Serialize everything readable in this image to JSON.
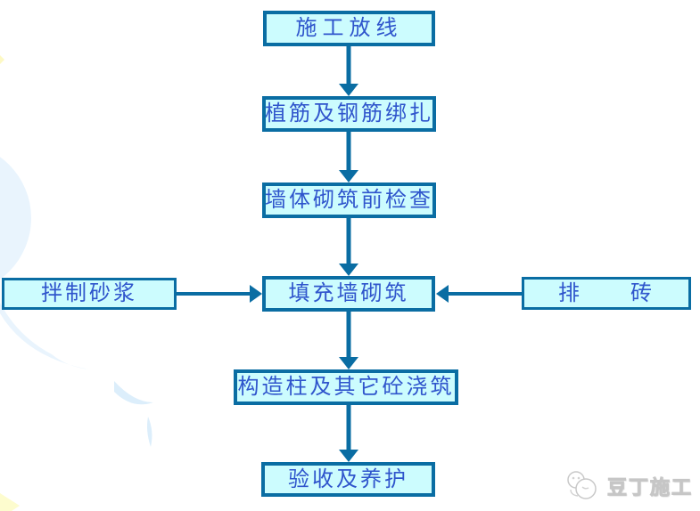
{
  "flowchart": {
    "type": "process-flow",
    "colors": {
      "box_fill": "#ccfcfe",
      "box_border": "#0a6da3",
      "arrow": "#0a6da3",
      "text": "#2f55cc"
    },
    "nodes": [
      {
        "id": "step-layout",
        "label": "施工放线"
      },
      {
        "id": "rebar-binding",
        "label": "植筋及钢筋绑扎"
      },
      {
        "id": "pre-masonry-check",
        "label": "墙体砌筑前检查"
      },
      {
        "id": "infill-masonry",
        "label": "填充墙砌筑"
      },
      {
        "id": "mortar-mixing",
        "label": "拌制砂浆"
      },
      {
        "id": "brick-arrangement",
        "label": "排　　砖"
      },
      {
        "id": "column-pouring",
        "label": "构造柱及其它砼浇筑"
      },
      {
        "id": "acceptance-curing",
        "label": "验收及养护"
      }
    ],
    "edges": [
      {
        "from": "step-layout",
        "to": "rebar-binding"
      },
      {
        "from": "rebar-binding",
        "to": "pre-masonry-check"
      },
      {
        "from": "pre-masonry-check",
        "to": "infill-masonry"
      },
      {
        "from": "mortar-mixing",
        "to": "infill-masonry"
      },
      {
        "from": "brick-arrangement",
        "to": "infill-masonry"
      },
      {
        "from": "infill-masonry",
        "to": "column-pouring"
      },
      {
        "from": "column-pouring",
        "to": "acceptance-curing"
      }
    ]
  },
  "watermark": {
    "text": "豆丁施工",
    "icon": "docin-bubbles-icon"
  }
}
